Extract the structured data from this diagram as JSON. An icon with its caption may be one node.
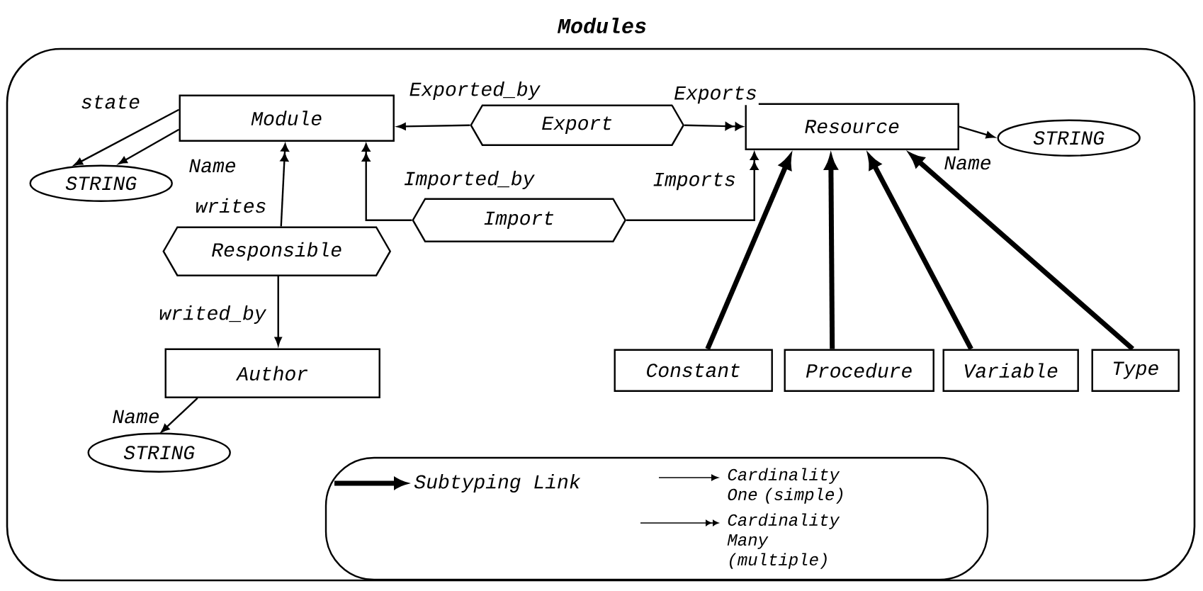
{
  "diagram": {
    "nodes": [
      {
        "text": [
          "Modules"
        ]
      },
      {
        "text": [
          "Module"
        ],
        "in": 0
      },
      {
        "text": [
          "STRING"
        ],
        "in": 0
      },
      {
        "text": [
          "Export"
        ],
        "in": 0
      },
      {
        "text": [
          "Resource"
        ],
        "in": 0
      },
      {
        "text": [
          "STRING"
        ],
        "in": 0
      },
      {
        "text": [
          "Import"
        ],
        "in": 0
      },
      {
        "text": [
          "Responsible"
        ],
        "in": 0
      },
      {
        "text": [
          "Author"
        ],
        "in": 0
      },
      {
        "text": [
          "STRING"
        ],
        "in": 0
      },
      {
        "text": [
          "Constant"
        ],
        "in": 0
      },
      {
        "text": [
          "Procedure"
        ],
        "in": 0
      },
      {
        "text": [
          "Variable"
        ],
        "in": 0
      },
      {
        "text": [
          "Type"
        ],
        "in": 0
      }
    ],
    "edges": [
      {
        "from": 1,
        "to": 2,
        "arrow": "to",
        "label": "state"
      },
      {
        "from": 1,
        "to": 2,
        "arrow": "to",
        "label": "Name"
      },
      {
        "from": 3,
        "to": 1,
        "arrow": "to",
        "label": "Exported_by"
      },
      {
        "from": 3,
        "to": 4,
        "arrow": "to",
        "label": "Exports"
      },
      {
        "from": 6,
        "to": 1,
        "arrow": "to",
        "label": "Imported_by"
      },
      {
        "from": 6,
        "to": 4,
        "arrow": "to",
        "label": "Imports"
      },
      {
        "from": 7,
        "to": 1,
        "arrow": "to",
        "label": "writes"
      },
      {
        "from": 7,
        "to": 8,
        "arrow": "to",
        "label": "writed_by"
      },
      {
        "from": 4,
        "to": 5,
        "arrow": "to",
        "label": "Name"
      },
      {
        "from": 8,
        "to": 9,
        "arrow": "to",
        "label": "Name"
      },
      {
        "from": 10,
        "to": 4,
        "arrow": "to",
        "style": "thick"
      },
      {
        "from": 11,
        "to": 4,
        "arrow": "to",
        "style": "thick"
      },
      {
        "from": 12,
        "to": 4,
        "arrow": "to",
        "style": "thick"
      },
      {
        "from": 13,
        "to": 4,
        "arrow": "to",
        "style": "thick"
      }
    ],
    "legend": [
      {
        "text": "Subtyping Link"
      },
      {
        "text": "Cardinality One (simple)"
      },
      {
        "text": "Cardinality Many (multiple)"
      }
    ]
  }
}
